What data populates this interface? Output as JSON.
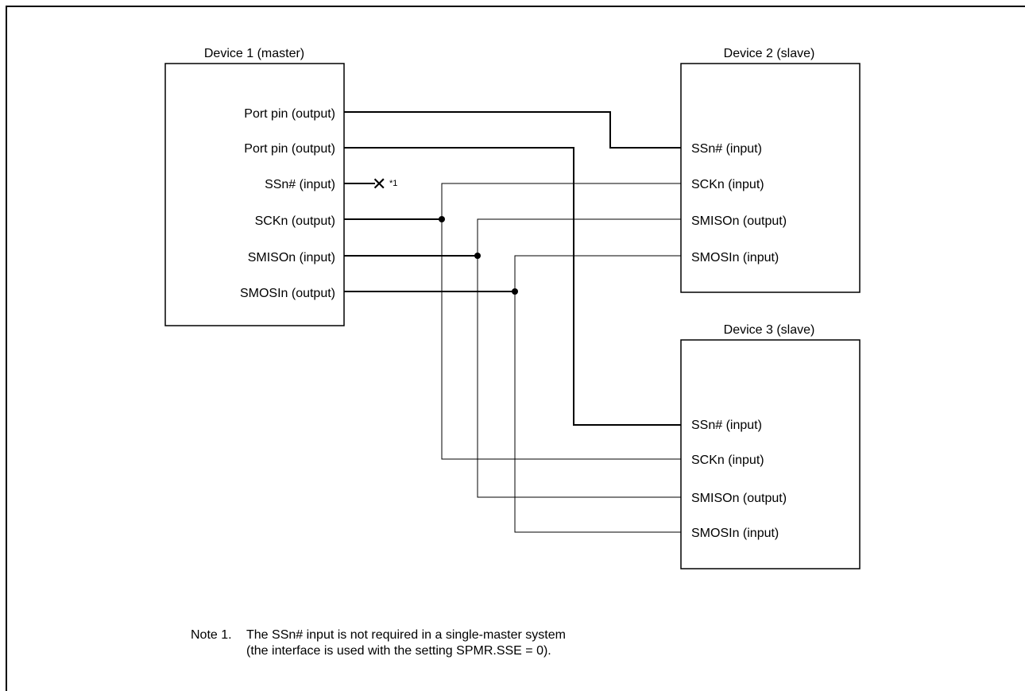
{
  "devices": {
    "master": {
      "title": "Device 1 (master)",
      "pins": [
        "Port pin (output)",
        "Port pin (output)",
        "SSn# (input)",
        "SCKn (output)",
        "SMISOn (input)",
        "SMOSIn (output)"
      ],
      "unconnected_mark": "✕",
      "footnote_ref": "*1"
    },
    "slave2": {
      "title": "Device 2 (slave)",
      "pins": [
        "SSn# (input)",
        "SCKn (input)",
        "SMISOn (output)",
        "SMOSIn (input)"
      ]
    },
    "slave3": {
      "title": "Device 3 (slave)",
      "pins": [
        "SSn# (input)",
        "SCKn (input)",
        "SMISOn (output)",
        "SMOSIn (input)"
      ]
    }
  },
  "note": {
    "label": "Note 1.",
    "line1": "The SSn# input is not required in a single-master system",
    "line2": "(the interface is used with the setting SPMR.SSE = 0)."
  }
}
